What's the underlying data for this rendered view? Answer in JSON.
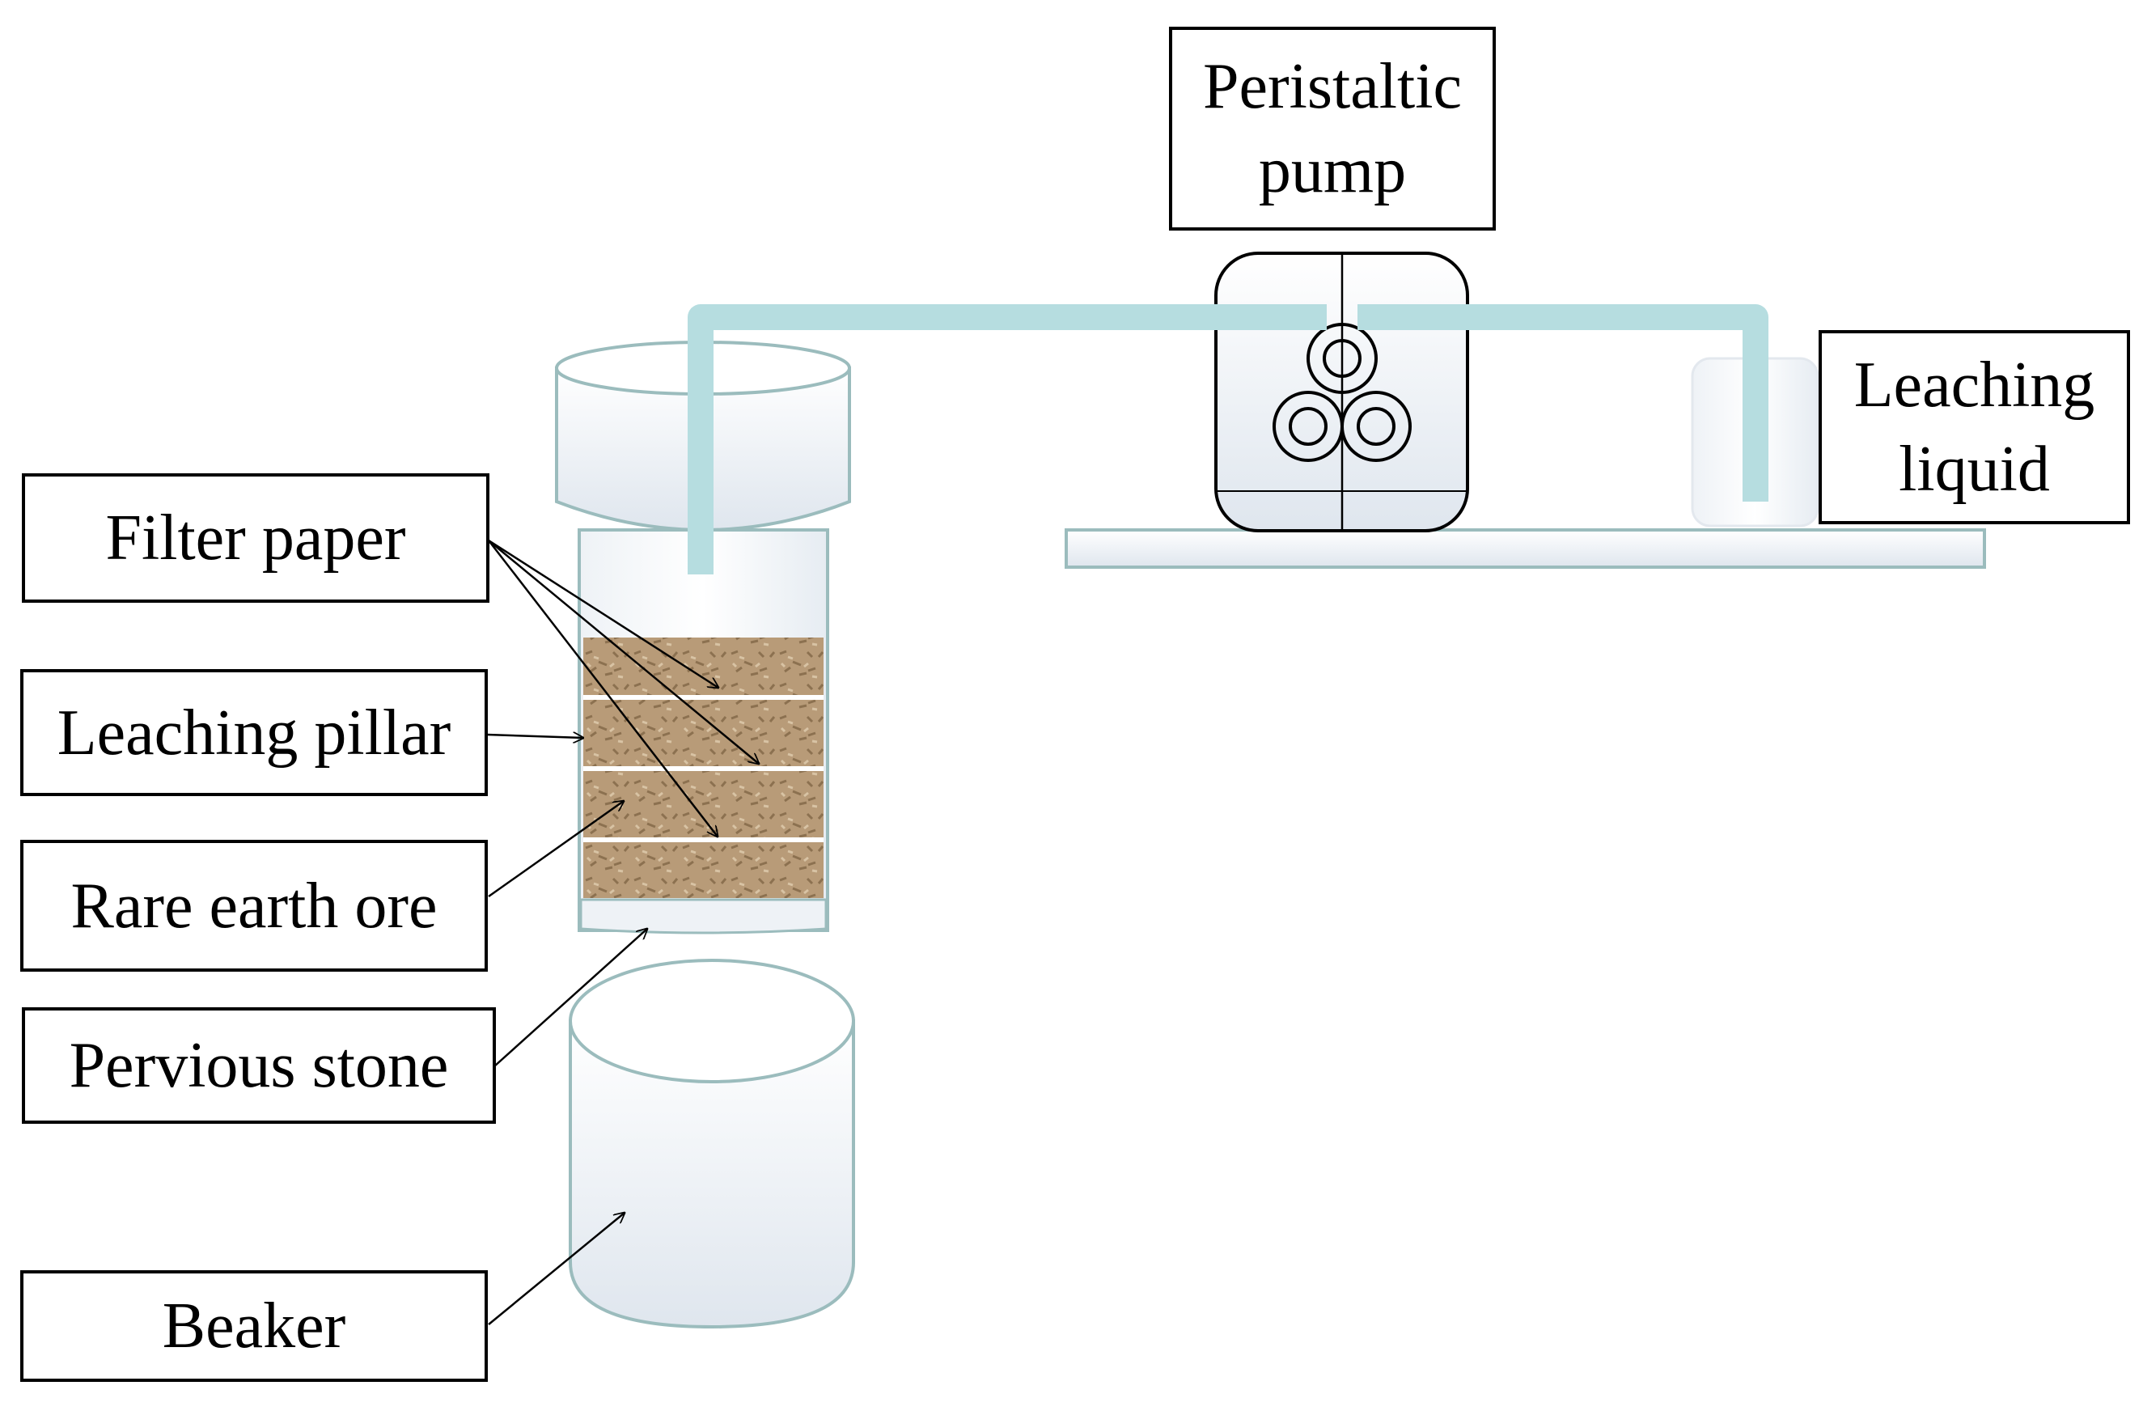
{
  "labels": {
    "filter_paper": "Filter paper",
    "leaching_pillar": "Leaching pillar",
    "rare_earth_ore": "Rare earth ore",
    "pervious_stone": "Pervious stone",
    "beaker": "Beaker",
    "pump_line1": "Peristaltic",
    "pump_line2": "pump",
    "liquid_line1": "Leaching",
    "liquid_line2": "liquid"
  },
  "colors": {
    "tube": "#b6dde0",
    "ore": "#b89b78",
    "glass_edge": "#9bbcbd",
    "outline": "#000000"
  }
}
